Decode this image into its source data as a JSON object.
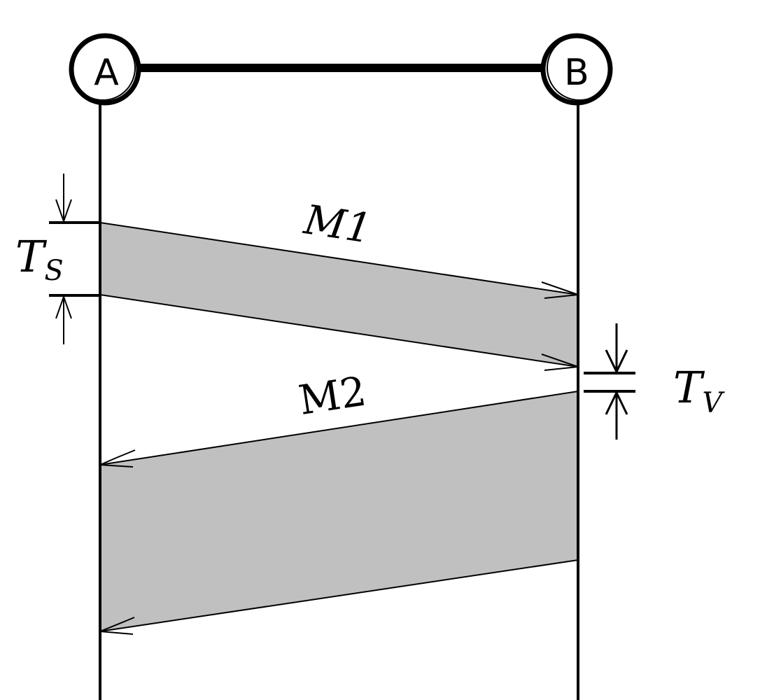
{
  "nodes": {
    "a": {
      "label": "A"
    },
    "b": {
      "label": "B"
    }
  },
  "messages": {
    "m1": {
      "label": "M1"
    },
    "m2": {
      "label": "M2"
    }
  },
  "timings": {
    "ts": {
      "main": "T",
      "sub": "S"
    },
    "tv": {
      "main": "T",
      "sub": "V"
    }
  },
  "colors": {
    "band_fill": "#c0c0c0",
    "line": "#000000",
    "background": "#ffffff"
  }
}
